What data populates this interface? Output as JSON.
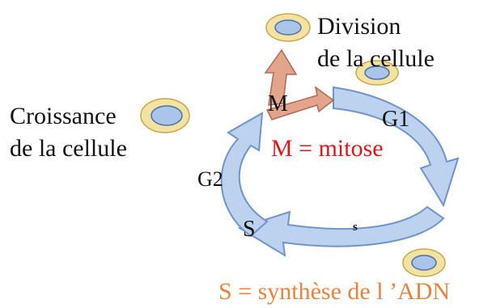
{
  "diagram": {
    "phases": {
      "m": "M",
      "g1": "G1",
      "s": "S",
      "s_small": "s",
      "g2": "G2"
    },
    "labels": {
      "division_line1": "Division",
      "division_line2": "de la cellule",
      "croissance_line1": "Croissance",
      "croissance_line2": "de la cellule",
      "mitose": "M = mitose",
      "synthese": "S = synthèse de l ’ADN"
    },
    "colors": {
      "cycle_fill": "#bcd2ee",
      "cycle_stroke": "#6f95c8",
      "m_arrow_fill": "#e3a48c",
      "m_arrow_stroke": "#b06a55",
      "mitose_text": "#e3141a",
      "synthese_text": "#e5843f",
      "text": "#111111",
      "cell_outer": "#f3e3a3",
      "cell_outer_stroke": "#c9a84a",
      "cell_inner": "#a9c6ea",
      "cell_inner_stroke": "#4f6fa0"
    }
  }
}
